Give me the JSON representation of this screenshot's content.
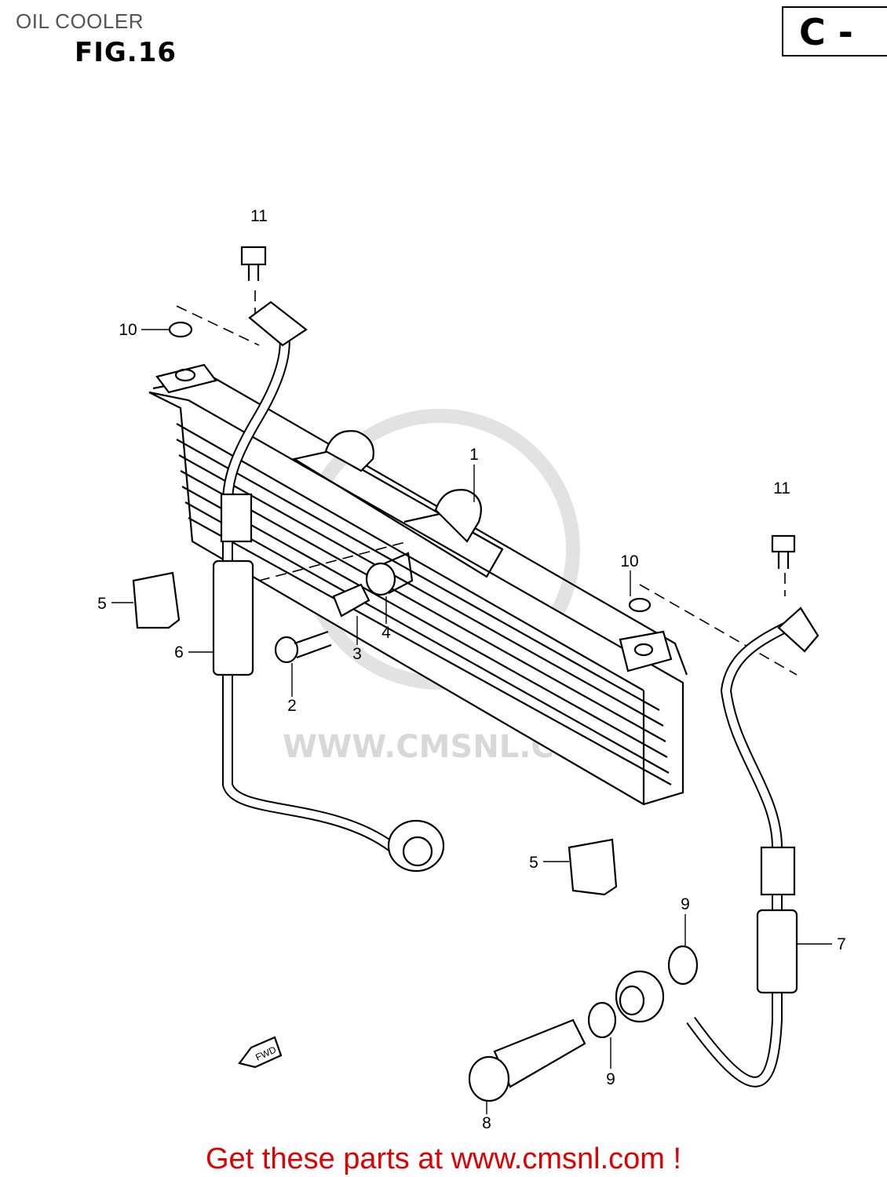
{
  "header": {
    "subtitle": "OIL COOLER",
    "figure": "FIG.16",
    "section": "C -"
  },
  "watermark": "WWW.CMSNL.COM",
  "callouts": [
    {
      "number": "11"
    },
    {
      "number": "10"
    },
    {
      "number": "1"
    },
    {
      "number": "11"
    },
    {
      "number": "10"
    },
    {
      "number": "5"
    },
    {
      "number": "6"
    },
    {
      "number": "3"
    },
    {
      "number": "4"
    },
    {
      "number": "2"
    },
    {
      "number": "5"
    },
    {
      "number": "9"
    },
    {
      "number": "7"
    },
    {
      "number": "9"
    },
    {
      "number": "8"
    }
  ],
  "direction_marker": "FWD",
  "footer": "Get these parts at www.cmsnl.com !",
  "colors": {
    "footer": "#e00000",
    "watermark": "#d8d8d8"
  }
}
